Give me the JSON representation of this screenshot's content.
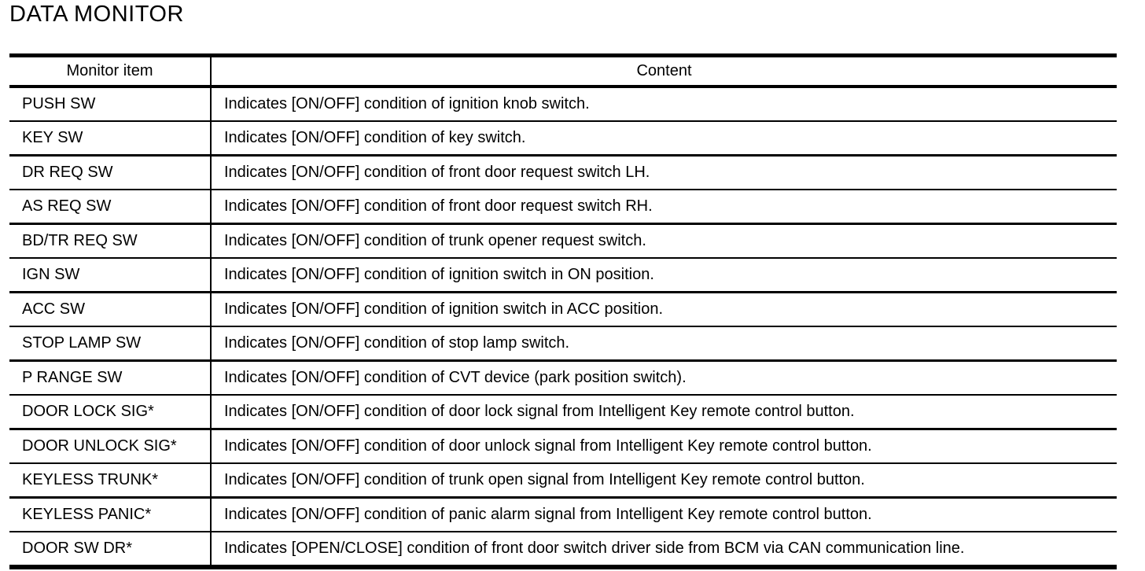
{
  "title": "DATA MONITOR",
  "colors": {
    "text": "#000000",
    "background": "#ffffff",
    "border": "#000000"
  },
  "table": {
    "columns": [
      "Monitor item",
      "Content"
    ],
    "rows": [
      {
        "item": "PUSH SW",
        "content": "Indicates [ON/OFF] condition of ignition knob switch."
      },
      {
        "item": "KEY SW",
        "content": "Indicates [ON/OFF] condition of key switch."
      },
      {
        "item": "DR REQ SW",
        "content": "Indicates [ON/OFF] condition of front door request switch LH."
      },
      {
        "item": "AS REQ SW",
        "content": "Indicates [ON/OFF] condition of front door request switch RH."
      },
      {
        "item": "BD/TR REQ SW",
        "content": "Indicates [ON/OFF] condition of trunk opener request switch."
      },
      {
        "item": "IGN SW",
        "content": "Indicates [ON/OFF] condition of ignition switch in ON position."
      },
      {
        "item": "ACC SW",
        "content": "Indicates [ON/OFF] condition of ignition switch in ACC position."
      },
      {
        "item": "STOP LAMP SW",
        "content": "Indicates [ON/OFF] condition of stop lamp switch."
      },
      {
        "item": "P RANGE SW",
        "content": "Indicates [ON/OFF] condition of CVT device (park position switch)."
      },
      {
        "item": "DOOR LOCK SIG*",
        "content": "Indicates [ON/OFF] condition of door lock signal from Intelligent Key remote control button."
      },
      {
        "item": "DOOR UNLOCK SIG*",
        "content": "Indicates [ON/OFF] condition of door unlock signal from Intelligent Key remote control button."
      },
      {
        "item": "KEYLESS TRUNK*",
        "content": "Indicates [ON/OFF] condition of trunk open signal from Intelligent Key remote control button."
      },
      {
        "item": "KEYLESS PANIC*",
        "content": "Indicates [ON/OFF] condition of panic alarm signal from Intelligent Key remote control button."
      },
      {
        "item": "DOOR SW DR*",
        "content": "Indicates [OPEN/CLOSE] condition of front door switch driver side from BCM via CAN communication line."
      }
    ]
  }
}
